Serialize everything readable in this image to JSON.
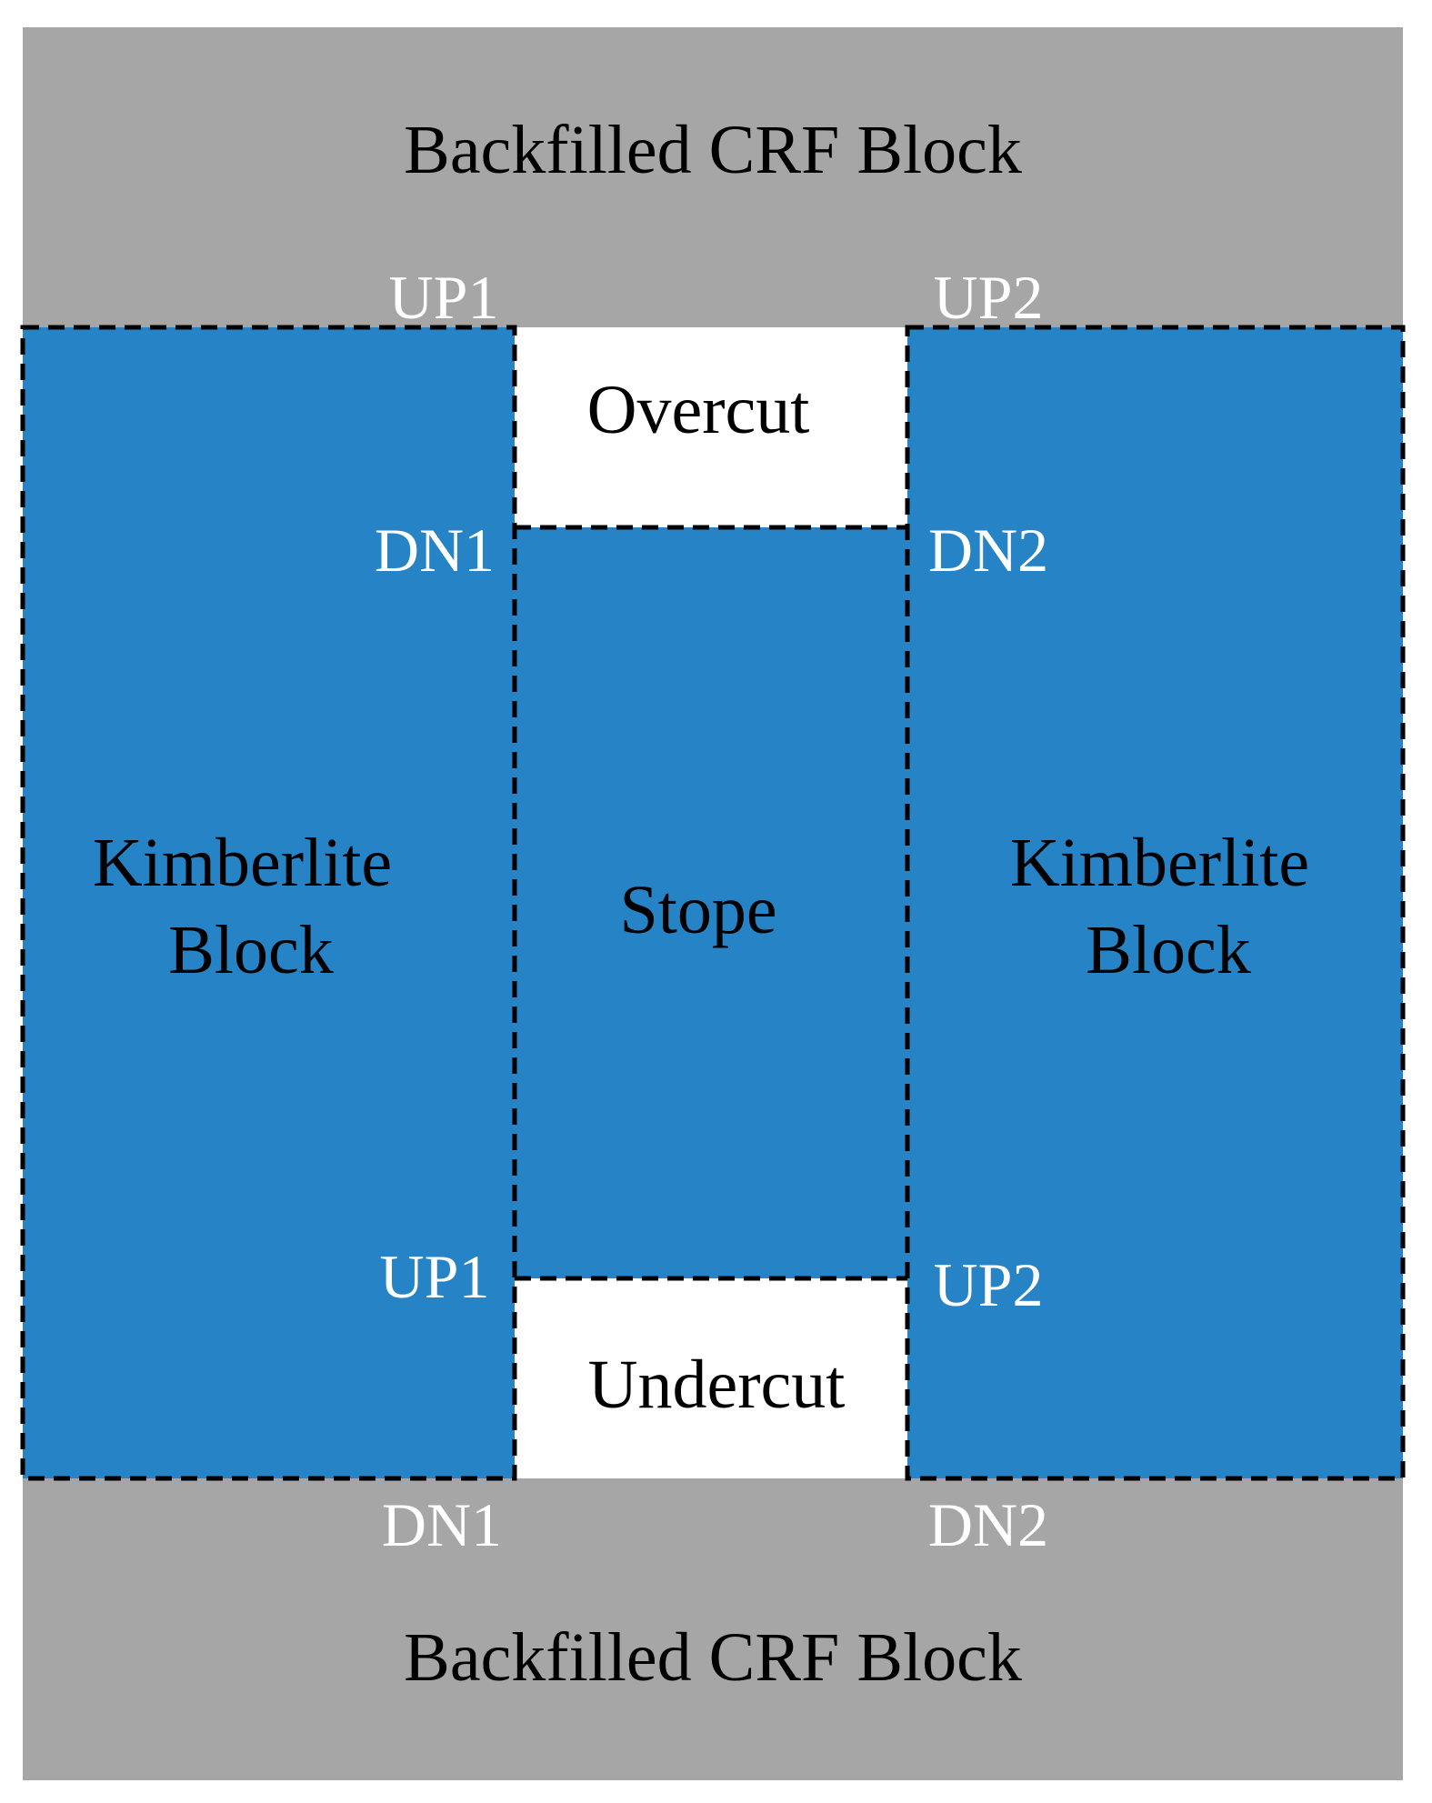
{
  "colors": {
    "background": "#ffffff",
    "backfill": "#a6a6a6",
    "kimberlite": "#2683c6",
    "opening": "#ffffff",
    "boundary": "#000000",
    "label_dark": "#000000",
    "label_light": "#ffffff"
  },
  "regions": {
    "top_backfill": "Backfilled CRF Block",
    "bottom_backfill": "Backfilled CRF Block",
    "left_kimberlite": [
      "Kimberlite",
      "Block"
    ],
    "right_kimberlite": [
      "Kimberlite",
      "Block"
    ],
    "stope": "Stope",
    "overcut": "Overcut",
    "undercut": "Undercut"
  },
  "points": {
    "top_left_up": "UP1",
    "top_right_up": "UP2",
    "overcut_left_dn": "DN1",
    "overcut_right_dn": "DN2",
    "undercut_left_up": "UP1",
    "undercut_right_up": "UP2",
    "bottom_left_dn": "DN1",
    "bottom_right_dn": "DN2"
  }
}
